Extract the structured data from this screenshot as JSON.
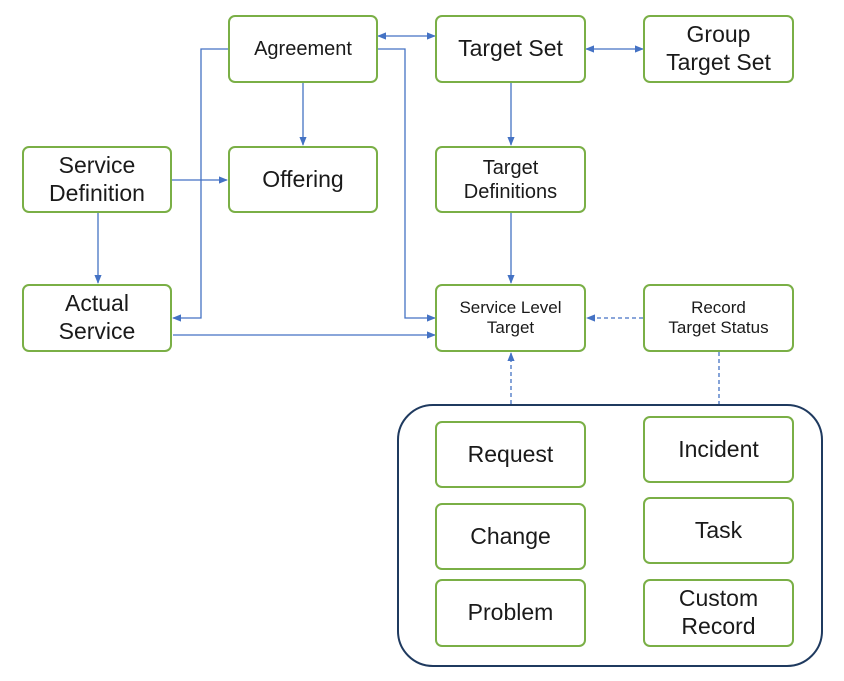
{
  "nodes": {
    "agreement": "Agreement",
    "target_set": "Target Set",
    "group_target_set": "Group\nTarget Set",
    "service_definition": "Service\nDefinition",
    "offering": "Offering",
    "target_definitions": "Target\nDefinitions",
    "actual_service": "Actual\nService",
    "service_level_target": "Service Level\nTarget",
    "record_target_status": "Record\nTarget Status"
  },
  "record_types": {
    "request": "Request",
    "incident": "Incident",
    "change": "Change",
    "task": "Task",
    "problem": "Problem",
    "custom_record": "Custom\nRecord"
  },
  "colors": {
    "node_border": "#7aaf46",
    "arrow": "#4472c4",
    "container_border": "#1f3a5f"
  }
}
